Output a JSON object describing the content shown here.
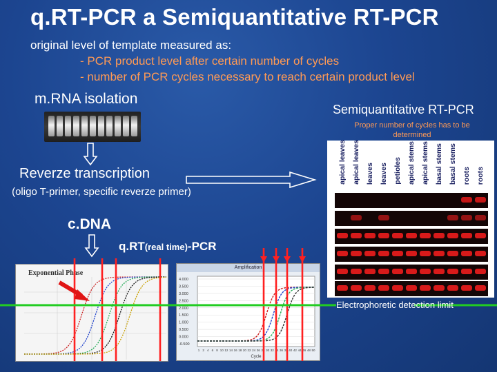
{
  "title": "q.RT-PCR a Semiquantitative RT-PCR",
  "subtitle": "original level of template measured as:",
  "bullets": [
    "- PCR product level after certain number of cycles",
    "- number of PCR cycles necessary to reach certain product level"
  ],
  "steps": {
    "mrna": "m.RNA isolation",
    "rt": "Reverze transcription",
    "rt_note": "(oligo T-primer, specific reverze primer)",
    "cdna": "c.DNA",
    "qrt_prefix": "q.RT",
    "qrt_sub": "(real time)",
    "qrt_suffix": "-PCR"
  },
  "semiquant": {
    "label": "Semiquantitative RT-PCR",
    "note": "Proper number of cycles has to be determined",
    "lanes": [
      "apical leaves",
      "apical leaves",
      "leaves",
      "leaves",
      "petioles",
      "apical stems",
      "apical stems",
      "basal stems",
      "basal stems",
      "roots",
      "roots"
    ]
  },
  "plots": {
    "left_title": "Exponential Phase",
    "right_title": "Amplification",
    "right_yticks": [
      "4.000",
      "3.500",
      "3.000",
      "2.500",
      "2.000",
      "1.500",
      "1.000",
      "0.500",
      "0.000",
      "-0.500"
    ],
    "right_xticks": [
      "1",
      "2",
      "4",
      "6",
      "8",
      "10",
      "12",
      "14",
      "16",
      "18",
      "20",
      "22",
      "24",
      "26",
      "28",
      "30",
      "32",
      "34",
      "36",
      "38",
      "40",
      "42",
      "44",
      "46",
      "48",
      "50"
    ],
    "right_xlabel": "Cycle"
  },
  "detection_limit": "Electrophoretic detection limit",
  "colors": {
    "accent": "#ff9a55",
    "detection_line": "#22cc22",
    "cycle_markers": "#ff2020",
    "arrow_red": "#e01515"
  }
}
